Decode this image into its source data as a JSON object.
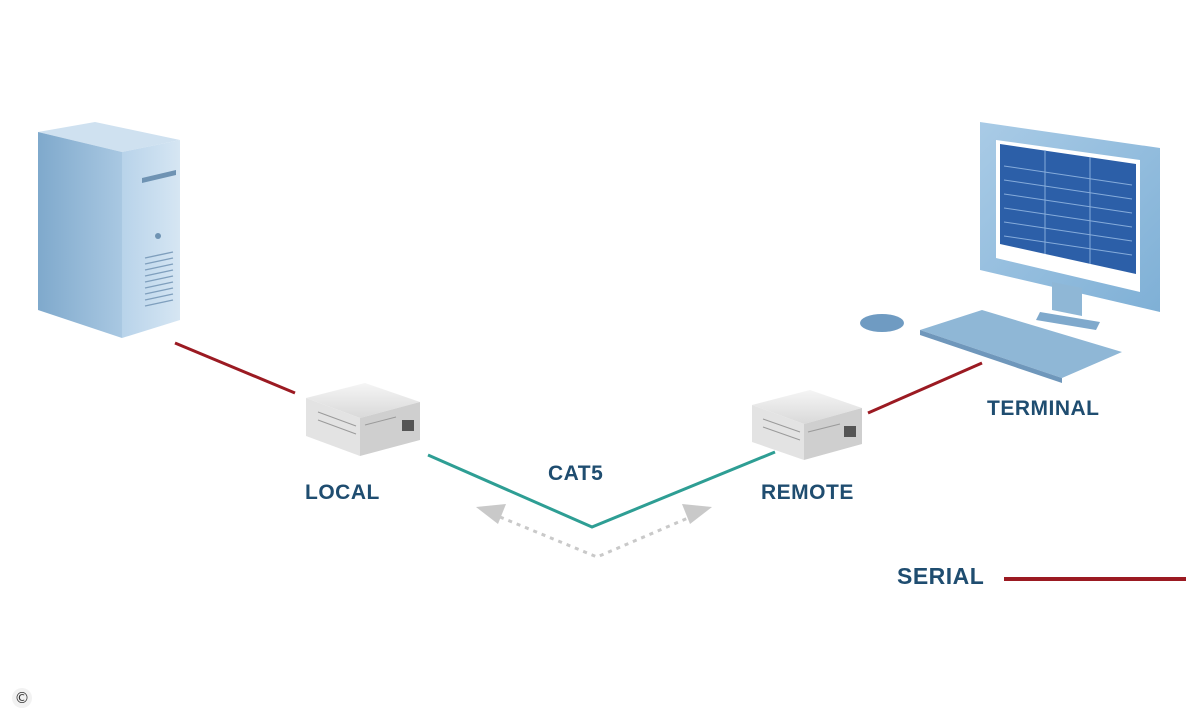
{
  "labels": {
    "local": "LOCAL",
    "remote": "REMOTE",
    "terminal": "TERMINAL",
    "cat5": "CAT5",
    "serial": "SERIAL"
  },
  "copyright_symbol": "©",
  "colors": {
    "serial_line": "#9b1a22",
    "cat5_line": "#2e9e94",
    "label_text": "#1f4d70",
    "device_blue": "#8fb7d6",
    "screen_blue": "#2c5fa8"
  },
  "icons": [
    "server-tower-icon",
    "extender-box-icon",
    "monitor-icon",
    "keyboard-icon",
    "mouse-icon",
    "bidirectional-arrow-icon"
  ]
}
